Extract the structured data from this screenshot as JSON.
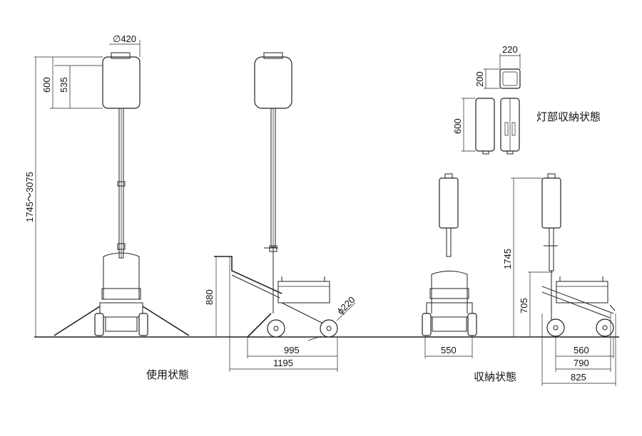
{
  "labels": {
    "dia_lamp": "∅420",
    "h_600_left": "600",
    "h_535": "535",
    "h_range": "1745～3075",
    "h_880": "880",
    "dia_wheel": "ϕ220",
    "w_995": "995",
    "w_1195": "1195",
    "cap_use": "使用状態",
    "top_220": "220",
    "top_200": "200",
    "side_600": "600",
    "cap_lamp_stored": "灯部収納状態",
    "w_550": "550",
    "h_1745": "1745",
    "h_705": "705",
    "w_560": "560",
    "w_790": "790",
    "w_825": "825",
    "cap_stored": "収納状態"
  }
}
